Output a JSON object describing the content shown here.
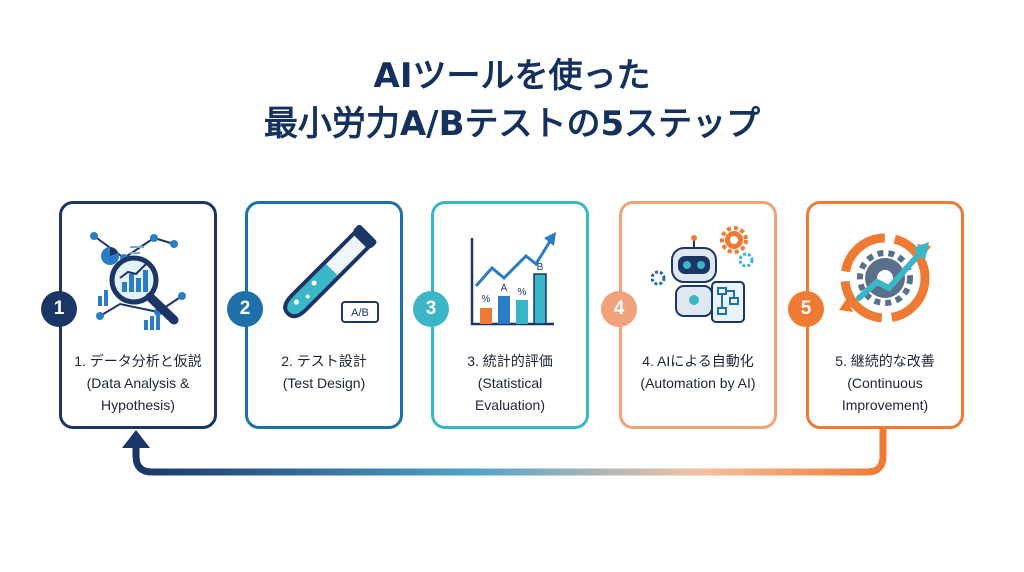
{
  "title": {
    "line1": "AIツールを使った",
    "line2": "最小労力A/Bテストの5ステップ"
  },
  "colors": {
    "navy": "#1a3566",
    "blue": "#1f6fa8",
    "cyan": "#3bb6c6",
    "peach": "#f0a27a",
    "orange": "#ee7a33"
  },
  "steps": [
    {
      "number": "1",
      "label_line1": "1. データ分析と仮説",
      "label_line2": "(Data Analysis &",
      "label_line3": "Hypothesis)",
      "icon": "data-analysis-magnifier-icon"
    },
    {
      "number": "2",
      "label_line1": "2. テスト設計",
      "label_line2": "(Test Design)",
      "label_line3": "",
      "icon": "test-tube-icon",
      "tag": "A/B"
    },
    {
      "number": "3",
      "label_line1": "3. 統計的評価",
      "label_line2": "(Statistical",
      "label_line3": "Evaluation)",
      "icon": "bar-chart-icon",
      "bar_labels": [
        "%",
        "A",
        "B"
      ]
    },
    {
      "number": "4",
      "label_line1": "4. AIによる自動化",
      "label_line2": "(Automation by AI)",
      "label_line3": "",
      "icon": "robot-gears-icon"
    },
    {
      "number": "5",
      "label_line1": "5. 継続的な改善",
      "label_line2": "(Continuous",
      "label_line3": "Improvement)",
      "icon": "cycle-arrows-gear-icon"
    }
  ]
}
